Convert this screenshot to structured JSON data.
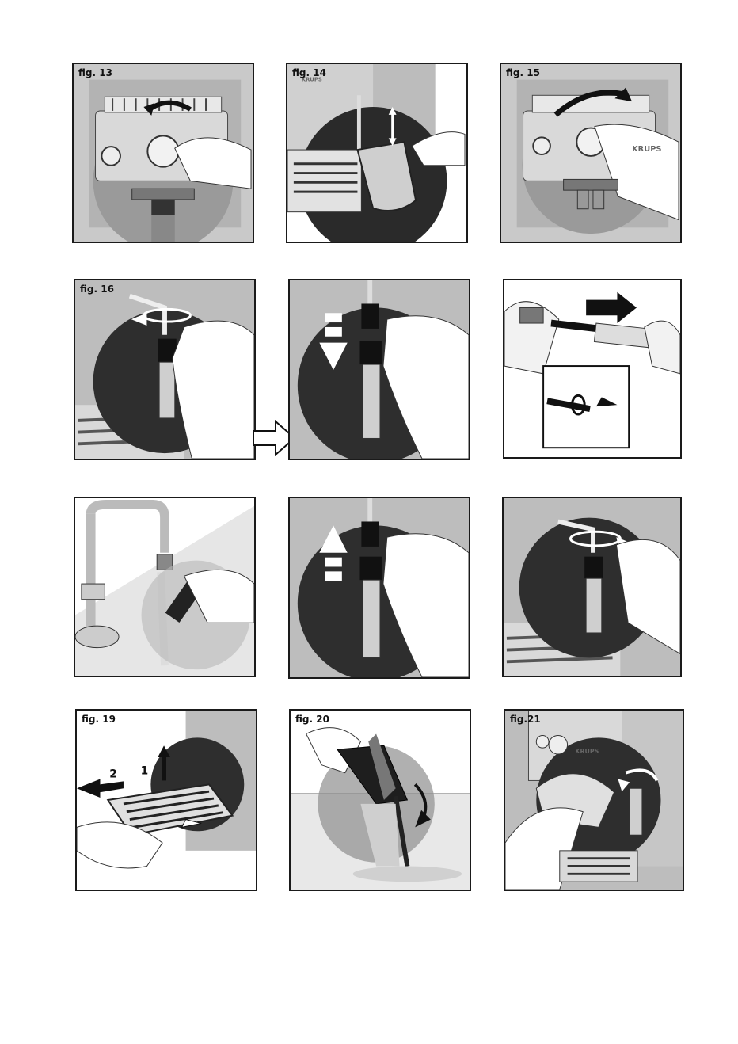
{
  "figures": {
    "fig13": "fig. 13",
    "fig14": "fig. 14",
    "fig15": "fig. 15",
    "fig16": "fig. 16",
    "fig19": "fig. 19",
    "fig20": "fig. 20",
    "fig21": "fig.21"
  },
  "brand": {
    "krups": "KRUPS",
    "krups_partial": "KRUPS"
  },
  "steps": {
    "one": "1",
    "two": "2"
  },
  "colors": {
    "dark": "#2a2a2a",
    "mid": "#8a8a8a",
    "light": "#d4d4d4",
    "bg": "#bdbdbd"
  }
}
